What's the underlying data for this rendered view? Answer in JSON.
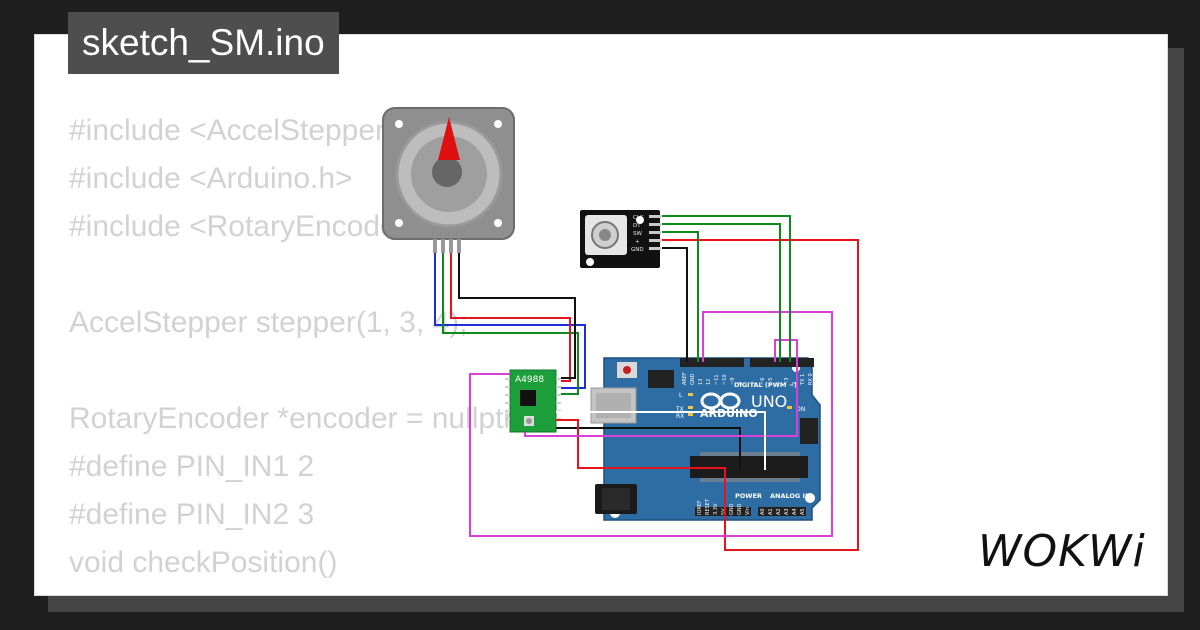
{
  "file": {
    "name": "sketch_SM.ino"
  },
  "code_lines": [
    "#include <AccelStepper.h>",
    "#include <Arduino.h>",
    "#include <RotaryEncoder.h>",
    "",
    "AccelStepper stepper(1, 3, 4);",
    "",
    "RotaryEncoder *encoder = nullptr;",
    "#define PIN_IN1 2",
    "#define PIN_IN2 3",
    "void checkPosition()",
    "{"
  ],
  "driver": {
    "label": "A4988"
  },
  "encoder": {
    "pins": [
      "CLK",
      "DT",
      "SW",
      "+",
      "GND"
    ]
  },
  "arduino": {
    "brand": "ARDUINO",
    "model": "UNO",
    "digital_label": "DIGITAL (PWM ~)",
    "power_label": "POWER",
    "analog_label": "ANALOG IN",
    "on_label": "ON",
    "l_label": "L",
    "tx_label": "TX",
    "rx_label": "RX",
    "power_pins": [
      "IOREF",
      "RESET",
      "3.3V",
      "5V",
      "GND",
      "GND",
      "Vin"
    ],
    "analog_pins": [
      "A0",
      "A1",
      "A2",
      "A3",
      "A4",
      "A5"
    ],
    "digital_pins_left": [
      "AREF",
      "GND",
      "13",
      "12",
      "~11",
      "~10",
      "~9",
      "8"
    ],
    "digital_pins_right": [
      "7",
      "~6",
      "~5",
      "4",
      "~3",
      "2",
      "TX 1",
      "RX 0"
    ]
  },
  "brand_logo": "WOKWi",
  "colors": {
    "wire_red": "#e8121c",
    "wire_green": "#0d8a1b",
    "wire_blue": "#1c2fd6",
    "wire_black": "#111111",
    "wire_magenta": "#d93fd9",
    "board": "#2e6da4",
    "driver_pcb": "#1c9f3a"
  }
}
